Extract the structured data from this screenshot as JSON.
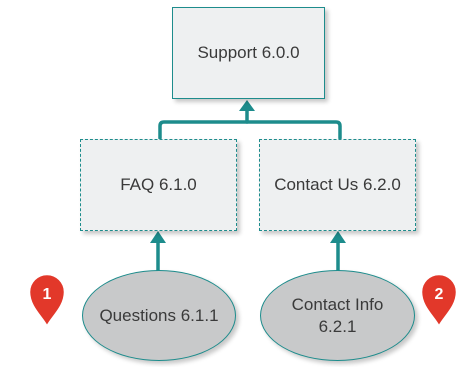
{
  "nodes": {
    "support": "Support 6.0.0",
    "faq": "FAQ 6.1.0",
    "contact_us": "Contact Us 6.2.0",
    "questions": "Questions 6.1.1",
    "contact_info_line1": "Contact Info",
    "contact_info_line2": "6.2.1"
  },
  "markers": {
    "left": "1",
    "right": "2"
  },
  "colors": {
    "connector": "#1d8c8c",
    "marker": "#e2382a"
  }
}
